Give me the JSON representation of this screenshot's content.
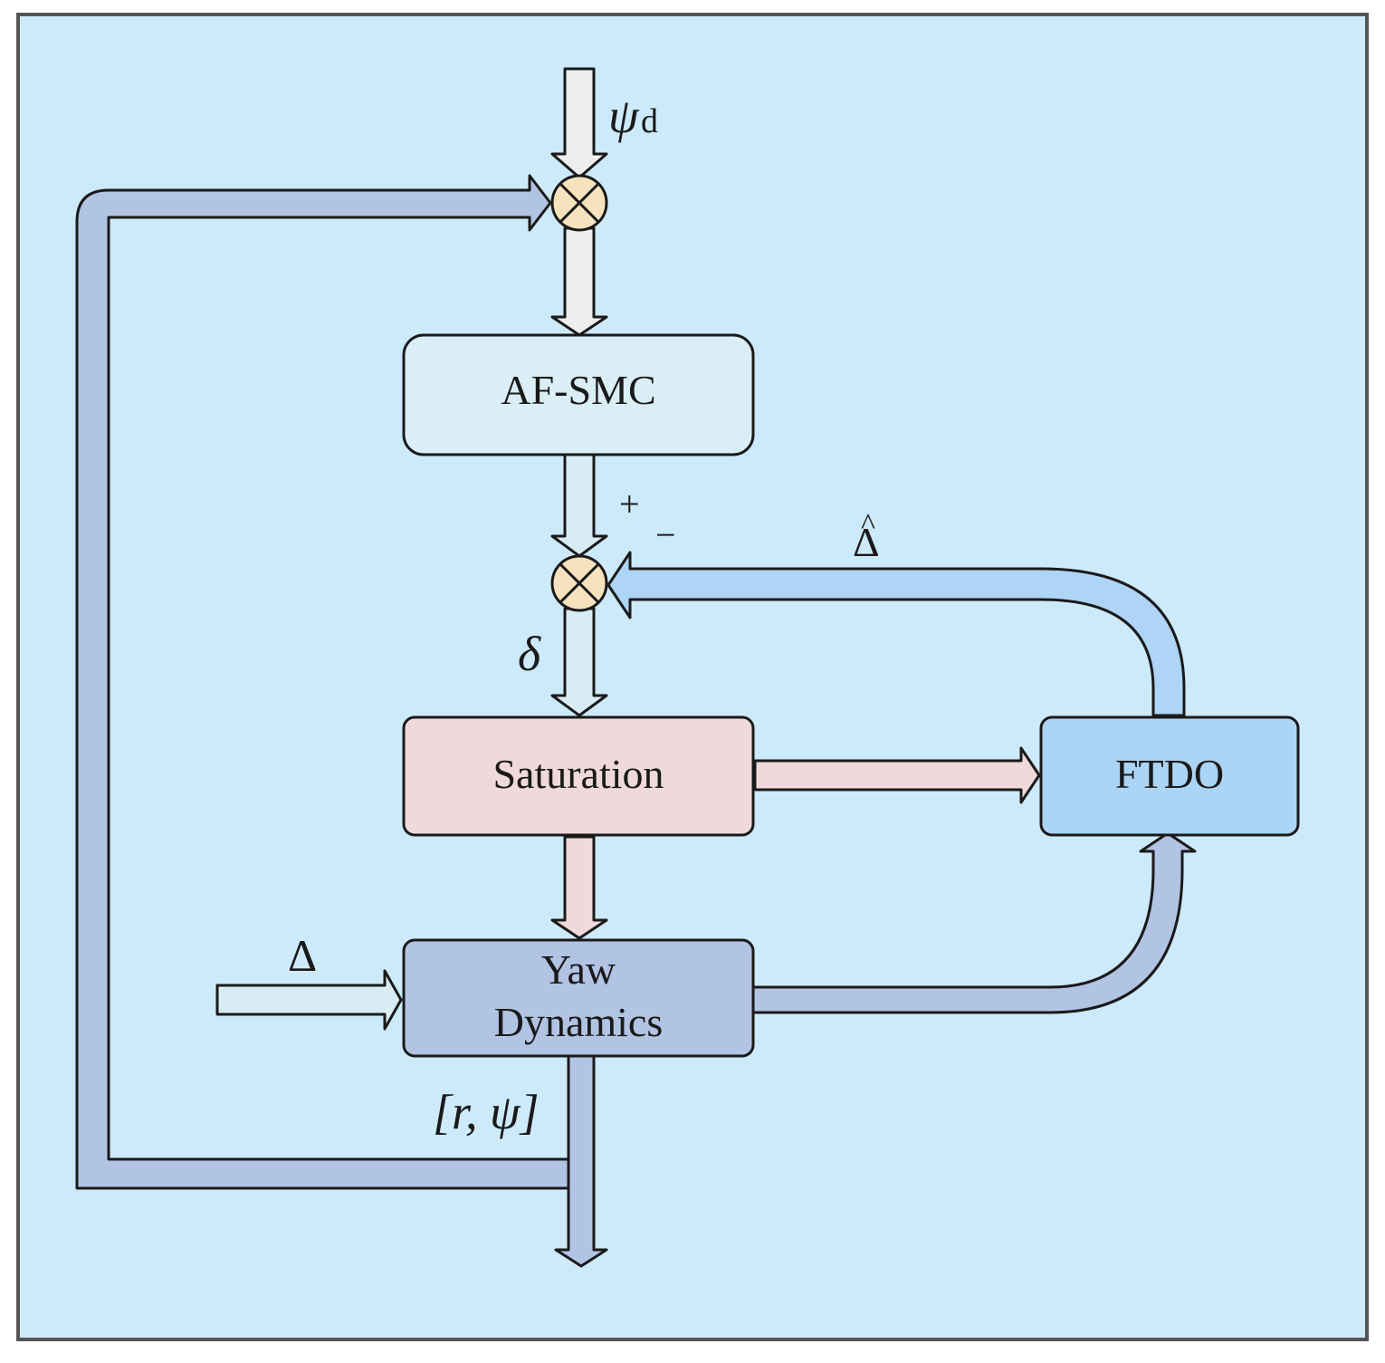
{
  "blocks": {
    "afsmc": "AF-SMC",
    "saturation": "Saturation",
    "ftdo": "FTDO",
    "yaw_line1": "Yaw",
    "yaw_line2": "Dynamics"
  },
  "signals": {
    "psi_d_main": "ψ",
    "psi_d_sub": "d",
    "delta": "δ",
    "delta_hat": "Δ",
    "hat": "^",
    "disturbance": "Δ",
    "output": "[r, ψ]",
    "plus": "+",
    "minus": "−"
  },
  "colors": {
    "background": "#cdeafb",
    "frame": "#555555",
    "afsmc_fill": "#daeef6",
    "saturation_fill": "#f0d9da",
    "ftdo_fill": "#acd4f4",
    "yaw_fill": "#b2c4e4",
    "summer_fill": "#f6e2bd",
    "arrow_light": "#eeeeee",
    "arrow_cyanish": "#d9ecf4",
    "arrow_pink": "#f0d9da",
    "arrow_blue": "#aed4f6",
    "arrow_slate": "#b2c4e4"
  }
}
